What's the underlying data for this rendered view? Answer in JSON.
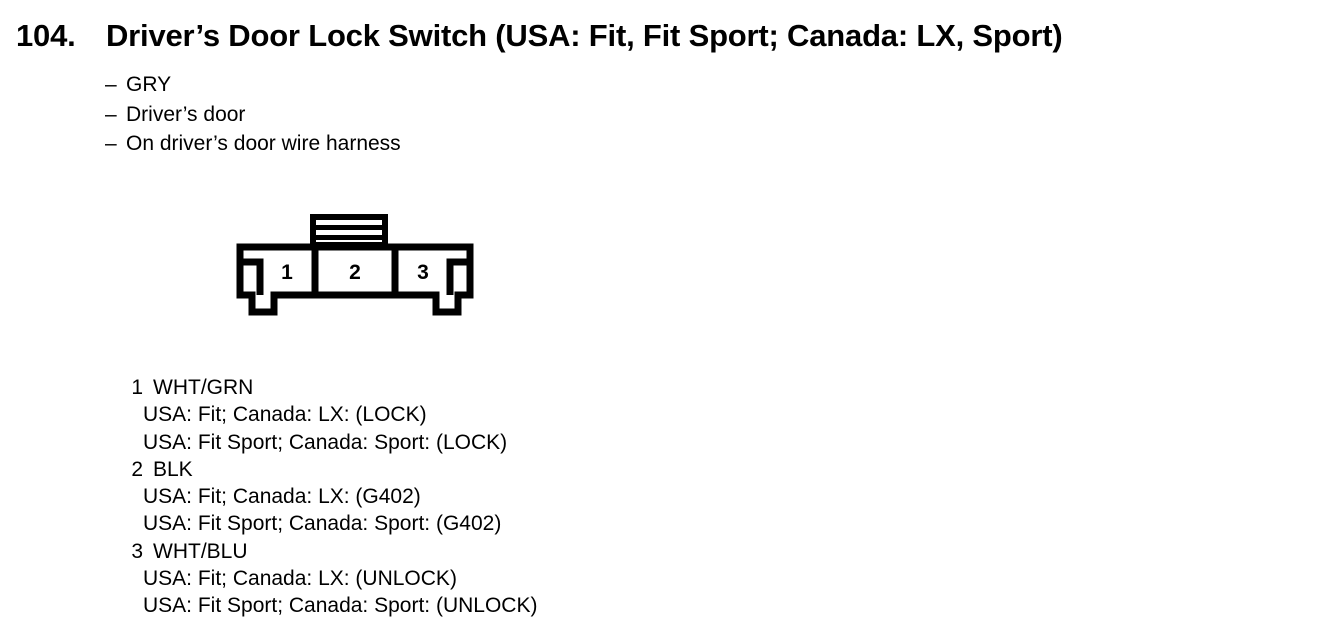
{
  "title": {
    "number": "104.",
    "text": "Driver’s Door Lock Switch (USA: Fit, Fit Sport; Canada: LX, Sport)"
  },
  "bullets": {
    "dash": "–",
    "items": [
      "GRY",
      "Driver’s door",
      "On driver’s door wire harness"
    ]
  },
  "connector": {
    "cavities": [
      "1",
      "2",
      "3"
    ]
  },
  "pins": [
    {
      "index": "1",
      "color": "WHT/GRN",
      "notes": [
        "USA: Fit; Canada: LX: (LOCK)",
        "USA: Fit Sport; Canada: Sport: (LOCK)"
      ]
    },
    {
      "index": "2",
      "color": "BLK",
      "notes": [
        "USA: Fit; Canada: LX: (G402)",
        "USA: Fit Sport; Canada: Sport: (G402)"
      ]
    },
    {
      "index": "3",
      "color": "WHT/BLU",
      "notes": [
        "USA: Fit; Canada: LX: (UNLOCK)",
        "USA: Fit Sport; Canada: Sport: (UNLOCK)"
      ]
    }
  ],
  "colors": {
    "ink": "#000000",
    "page": "#ffffff"
  }
}
